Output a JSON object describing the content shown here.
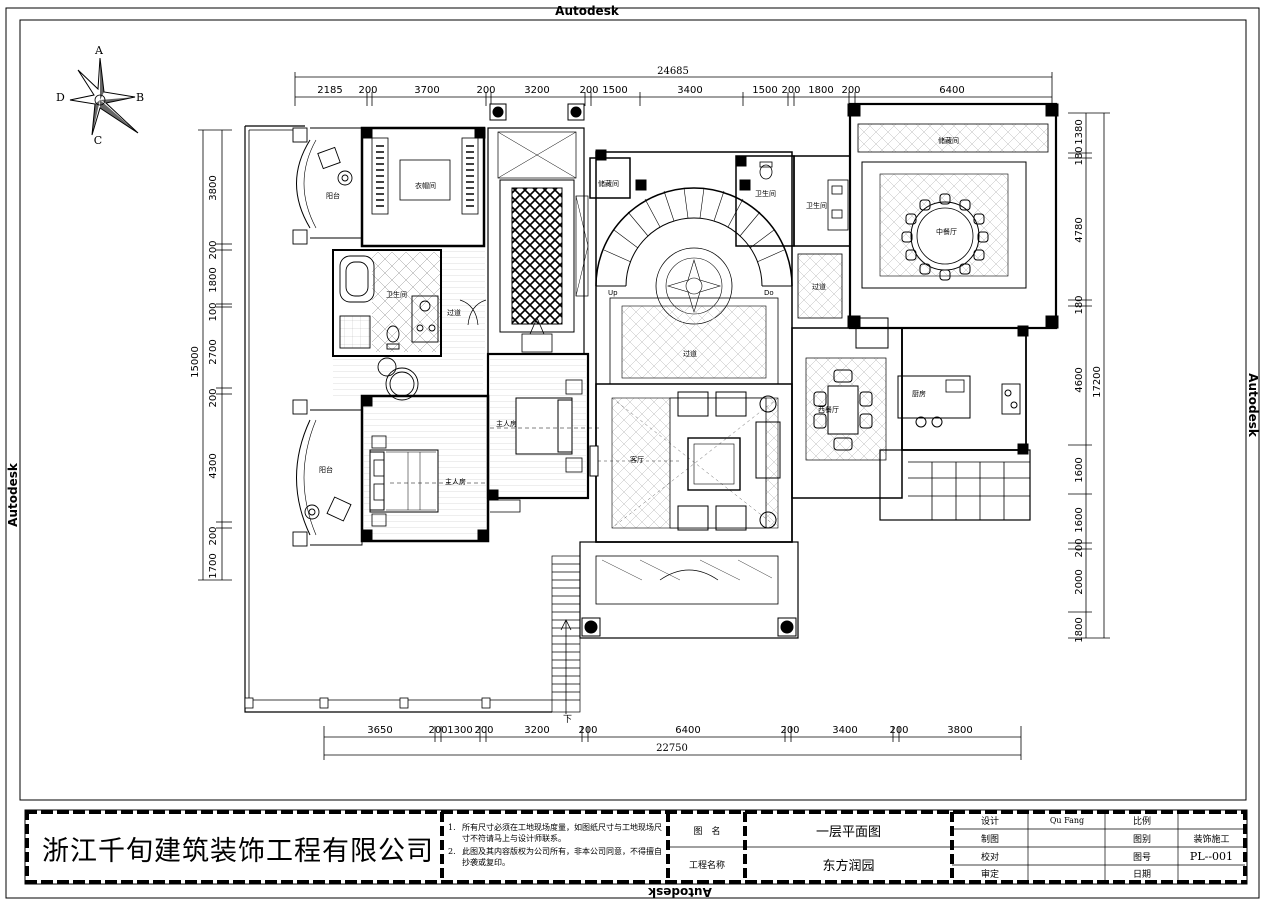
{
  "watermark": "Autodesk",
  "compass": {
    "north": "A",
    "east": "B",
    "south": "C",
    "west": "D"
  },
  "dims_top": {
    "total": "24685",
    "segments": [
      "2185",
      "200",
      "3700",
      "200",
      "3200",
      "200",
      "1500",
      "3400",
      "1500",
      "200",
      "1800",
      "200",
      "6400"
    ]
  },
  "dims_bottom": {
    "total": "22750",
    "segments": [
      "3650",
      "200",
      "1300",
      "200",
      "3200",
      "200",
      "6400",
      "200",
      "3400",
      "200",
      "3800"
    ]
  },
  "dims_left": {
    "total": "15000",
    "segments": [
      "3800",
      "200",
      "1800",
      "100",
      "2700",
      "200",
      "4300",
      "200",
      "1700"
    ]
  },
  "dims_right": {
    "total": "17200",
    "segments": [
      "1380",
      "180",
      "4780",
      "180",
      "4600",
      "1600",
      "1600",
      "200",
      "2000",
      "1800"
    ]
  },
  "rooms": {
    "balcony_top": "阳台",
    "closet": "衣帽间",
    "storage_left": "储藏间",
    "bath_left": "卫生间",
    "corridor_left": "过道",
    "balcony_bottom": "阳台",
    "master_bedroom": "主人房",
    "master_bedroom_2": "主人房",
    "corridor_center": "过道",
    "living_room": "客厅",
    "toilet": "卫生间",
    "bath_right": "卫生间",
    "corridor_right": "过道",
    "storage_right": "储藏间",
    "chinese_dining": "中餐厅",
    "western_dining": "西餐厅",
    "kitchen": "厨房",
    "stair_up": "Up",
    "stair_down": "Do",
    "down_arrow": "下"
  },
  "title_block": {
    "company": "浙江千旬建筑装饰工程有限公司",
    "notes": [
      {
        "num": "1.",
        "text": "所有尺寸必须在工地现场度量，如图纸尺寸与工地现场尺寸不符请马上与设计师联系。"
      },
      {
        "num": "2.",
        "text": "此图及其内容版权为公司所有，非本公司同意，不得擅自抄袭或复印。"
      }
    ],
    "drawing_name_label": "图　名",
    "drawing_name": "一层平面图",
    "project_name_label": "工程名称",
    "project_name": "东方润园",
    "design_label": "设计",
    "designer": "Qu Fang",
    "draft_label": "制图",
    "check_label": "校对",
    "approve_label": "审定",
    "scale_label": "比例",
    "category_label": "图别",
    "category": "装饰施工",
    "number_label": "图号",
    "number": "PL--001",
    "date_label": "日期"
  }
}
